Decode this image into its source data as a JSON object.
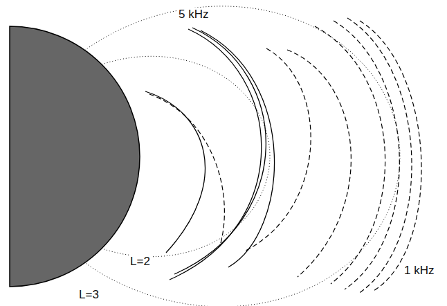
{
  "diagram": {
    "labels": [
      "5 kHz",
      "L=2",
      "L=3",
      "1 kHz"
    ]
  }
}
